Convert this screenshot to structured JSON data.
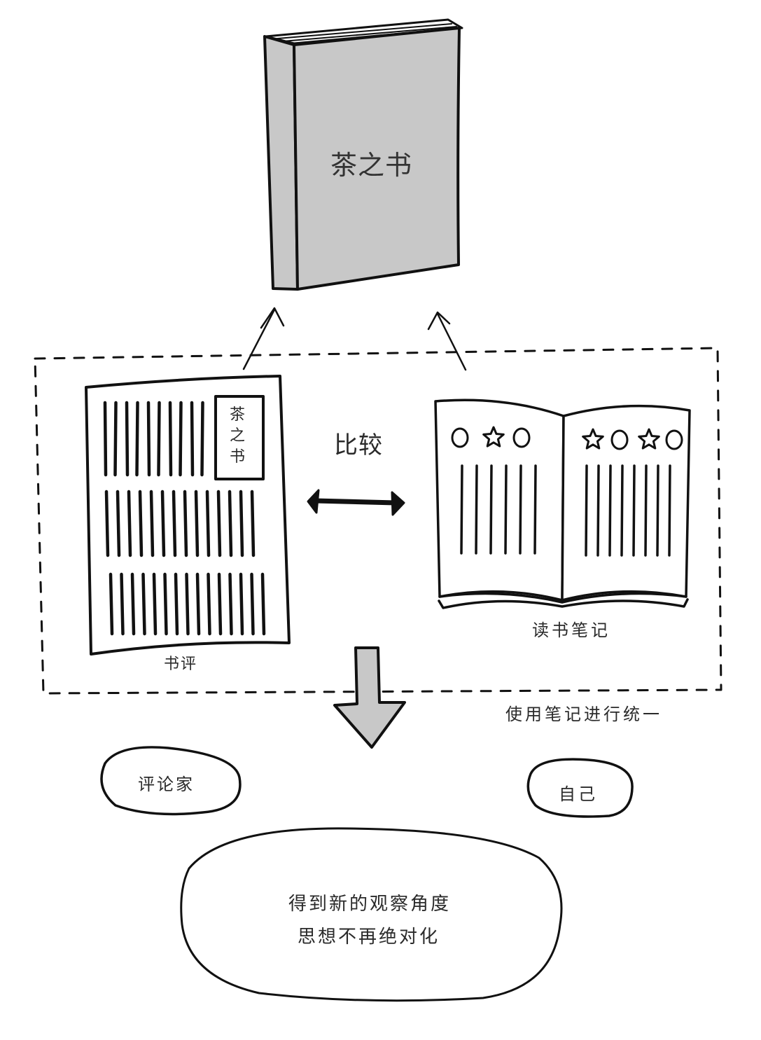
{
  "book": {
    "title": "茶之书"
  },
  "review": {
    "card_title": "茶之书",
    "label": "书评"
  },
  "compare": {
    "label": "比较"
  },
  "notes": {
    "label": "读书笔记",
    "left_page_marks": [
      "circle",
      "star",
      "circle"
    ],
    "right_page_marks": [
      "star",
      "circle",
      "star",
      "circle"
    ]
  },
  "group": {
    "caption": "使用笔记进行统一"
  },
  "perspectives": {
    "critic": "评论家",
    "self": "自己"
  },
  "result": {
    "line1": "得到新的观察角度",
    "line2": "思想不再绝对化"
  },
  "colors": {
    "book_fill": "#c8c8c8",
    "ink": "#111111",
    "arrow_fill": "#c8c8c8"
  }
}
